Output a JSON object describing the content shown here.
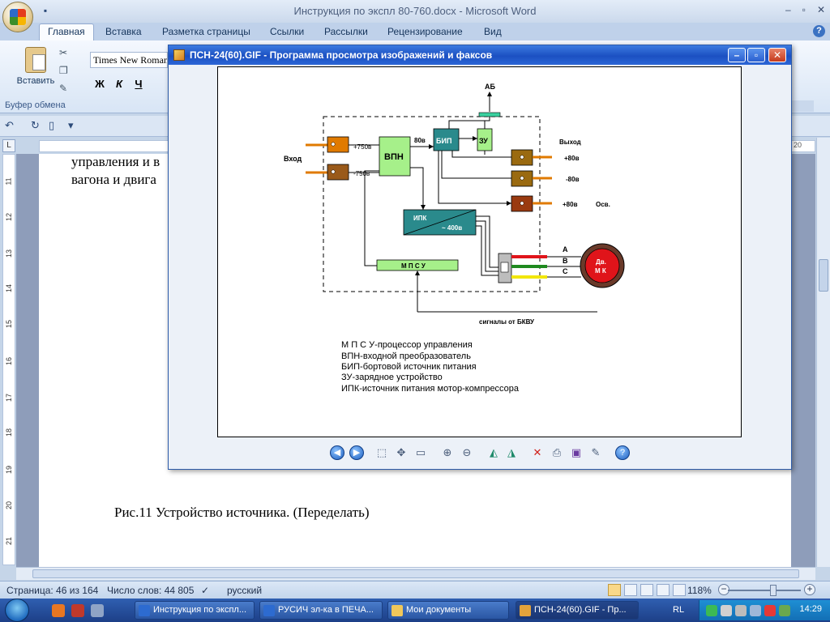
{
  "word": {
    "title": "Инструкция по экспл 80-760.docx - Microsoft Word",
    "tabs": [
      "Главная",
      "Вставка",
      "Разметка страницы",
      "Ссылки",
      "Рассылки",
      "Рецензирование",
      "Вид"
    ],
    "paste_label": "Вставить",
    "clipboard_group": "Буфер обмена",
    "font_name": "Times New Roman",
    "bold": "Ж",
    "italic": "К",
    "underline": "Ч",
    "help": "?",
    "ruler_right": "20",
    "doc_line1": "управления и в",
    "doc_line2": "вагона и двига",
    "caption": "Рис.11 Устройство источника. (Переделать)"
  },
  "status": {
    "page": "Страница: 46 из 164",
    "words": "Число слов: 44 805",
    "language": "русский",
    "zoom": "118%"
  },
  "viewer": {
    "title": "ПСН-24(60).GIF - Программа просмотра изображений и факсов"
  },
  "diagram": {
    "ab": "АБ",
    "input": "Вход",
    "output": "Выход",
    "vpn": "ВПН",
    "bip": "БИП",
    "zu": "ЗУ",
    "ipk": "ИПК",
    "ipk_v": "~ 400в",
    "mpsu": "М П С У",
    "v750p": "+750в",
    "v750m": "-750в",
    "v80": "80в",
    "out1": "+80в",
    "out2": "-80в",
    "out3": "+80в",
    "osv": "Осв.",
    "phaseA": "A",
    "phaseB": "B",
    "phaseC": "C",
    "motor1": "Дв.",
    "motor2": "М К",
    "bkvu": "сигналы от БКВУ",
    "legend": [
      "М П С У-процессор управления",
      "ВПН-входной преобразователь",
      "БИП-бортовой источник питания",
      "ЗУ-зарядное устройство",
      "ИПК-источник питания мотор-компрессора"
    ]
  },
  "taskbar": {
    "tasks": [
      "Инструкция по экспл...",
      "РУСИЧ эл-ка в ПЕЧА...",
      "Мои документы",
      "ПСН-24(60).GIF - Пр..."
    ],
    "lang": "RL",
    "clock": "14:29"
  },
  "ruler_numbers": [
    "11",
    "12",
    "13",
    "14",
    "15",
    "16",
    "17",
    "18",
    "19",
    "20",
    "21"
  ],
  "colors": {
    "vpn_fill": "#a6f08a",
    "bip_fill": "#2a8a8c",
    "zu_fill": "#a6f08a",
    "ipk_fill": "#2a8a8c",
    "motor_fill": "#e0141a",
    "phaseA": "#e0141a",
    "phaseB": "#1f8a1f",
    "phaseC": "#f2e60a"
  }
}
